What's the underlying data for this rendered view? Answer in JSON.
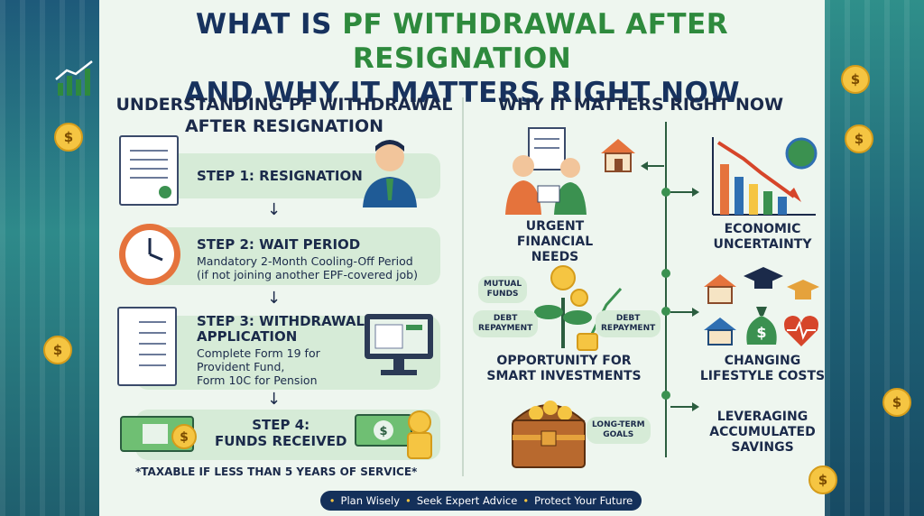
{
  "header": {
    "title_line1_part1": "WHAT IS ",
    "title_line1_accent": "PF WITHDRAWAL AFTER RESIGNATION",
    "title_line2": "AND WHY IT MATTERS RIGHT NOW"
  },
  "left_panel": {
    "title_line1": "UNDERSTANDING PF WITHDRAWAL",
    "title_line2": "AFTER RESIGNATION",
    "steps": [
      {
        "title": "STEP 1: RESIGNATION"
      },
      {
        "title": "STEP 2: WAIT PERIOD",
        "desc_line1": "Mandatory 2-Month Cooling-Off Period",
        "desc_line2": "(if not joining another EPF-covered job)"
      },
      {
        "title_line1": "STEP 3: WITHDRAWAL",
        "title_line2": "APPLICATION",
        "desc_line1": "Complete Form 19 for",
        "desc_line2": "Provident Fund,",
        "desc_line3": "Form 10C for Pension"
      },
      {
        "title_line1": "STEP 4:",
        "title_line2": "FUNDS RECEIVED"
      }
    ],
    "footnote": "*TAXABLE IF LESS THAN 5 YEARS OF SERVICE*"
  },
  "right_panel": {
    "title": "WHY IT MATTERS RIGHT NOW",
    "items": {
      "urgent_line1": "URGENT FINANCIAL",
      "urgent_line2": "NEEDS",
      "economic_line1": "ECONOMIC",
      "economic_line2": "UNCERTAINTY",
      "opportunity_line1": "OPPORTUNITY FOR",
      "opportunity_line2": "SMART INVESTMENTS",
      "lifestyle_line1": "CHANGING",
      "lifestyle_line2": "LIFESTYLE COSTS",
      "leveraging_line1": "LEVERAGING",
      "leveraging_line2": "ACCUMULATED",
      "leveraging_line3": "SAVINGS"
    },
    "chips": {
      "mutual_line1": "MUTUAL",
      "mutual_line2": "FUNDS",
      "debt_left_line1": "DEBT",
      "debt_left_line2": "REPAYMENT",
      "debt_right_line1": "DEBT",
      "debt_right_line2": "REPAYMENT",
      "longterm_line1": "LONG-TERM",
      "longterm_line2": "GOALS"
    }
  },
  "footer": {
    "items": [
      "Plan Wisely",
      "Seek Expert Advice",
      "Protect Your Future"
    ]
  },
  "colors": {
    "navy": "#17325e",
    "accent_green": "#2e8a3d",
    "step_bg": "#d6ebd7",
    "coin": "#f5c542"
  },
  "icons": [
    "document-icon",
    "man-avatar-icon",
    "clock-icon",
    "form-icon",
    "monitor-icon",
    "cash-icon",
    "coins-icon",
    "couple-bills-icon",
    "house-icon",
    "chart-down-icon",
    "globe-icon",
    "plant-coins-icon",
    "houses-icon",
    "money-bag-icon",
    "heart-pulse-icon",
    "graduation-cap-icon",
    "treasure-chest-icon",
    "dollar-coin-icon"
  ]
}
